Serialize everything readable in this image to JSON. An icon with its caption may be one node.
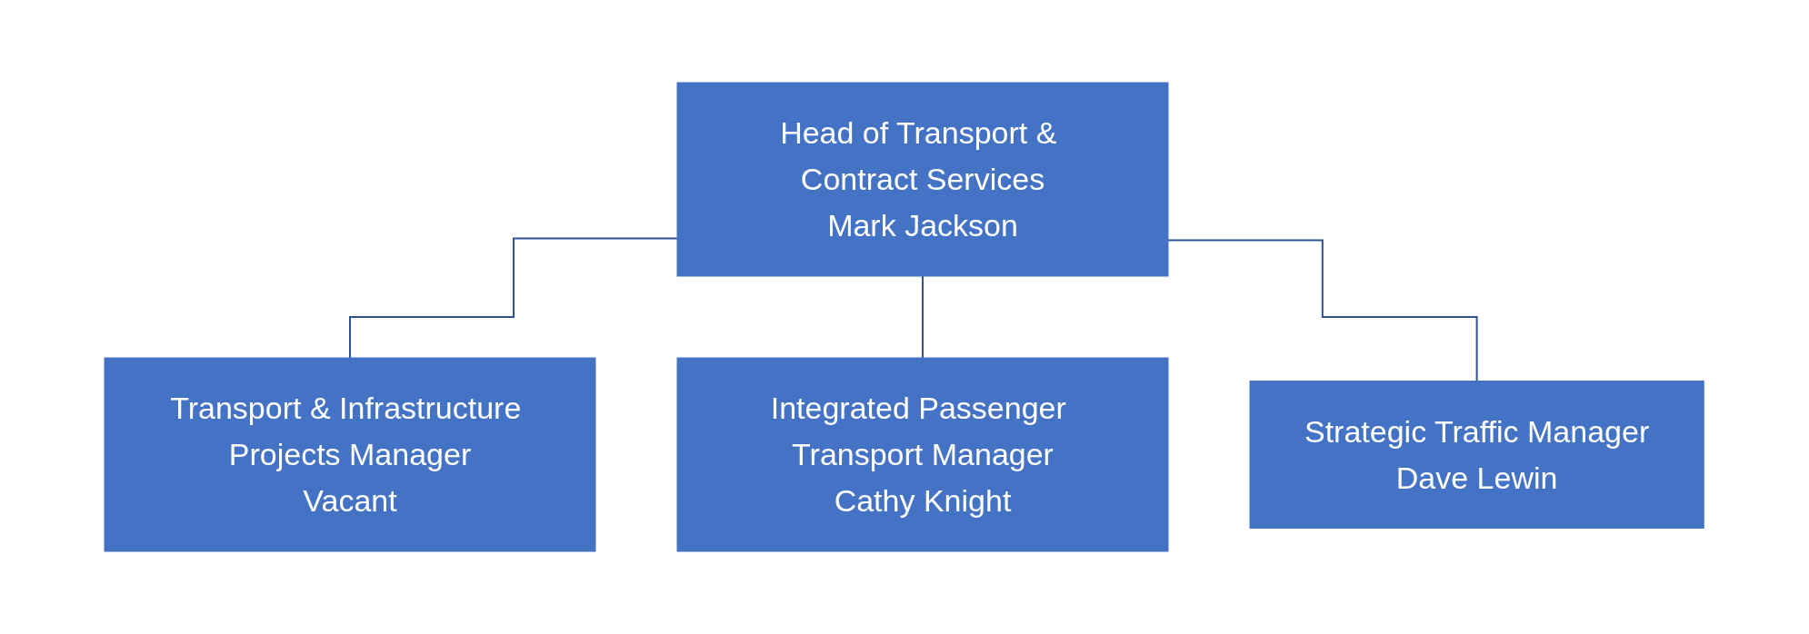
{
  "diagram": {
    "nodes": [
      {
        "text": [
          "Head of Transport & Contract Services",
          "Mark Jackson"
        ]
      },
      {
        "text": [
          "Transport & Infrastructure Projects Manager",
          "Vacant"
        ]
      },
      {
        "text": [
          "Integrated Passenger Transport Manager",
          "Cathy Knight"
        ]
      },
      {
        "text": [
          "Strategic Traffic Manager",
          "Dave Lewin"
        ]
      }
    ],
    "edges": [
      {
        "from": 0,
        "to": 1,
        "arrow": "none"
      },
      {
        "from": 0,
        "to": 2,
        "arrow": "none"
      },
      {
        "from": 0,
        "to": 3,
        "arrow": "none"
      }
    ]
  }
}
